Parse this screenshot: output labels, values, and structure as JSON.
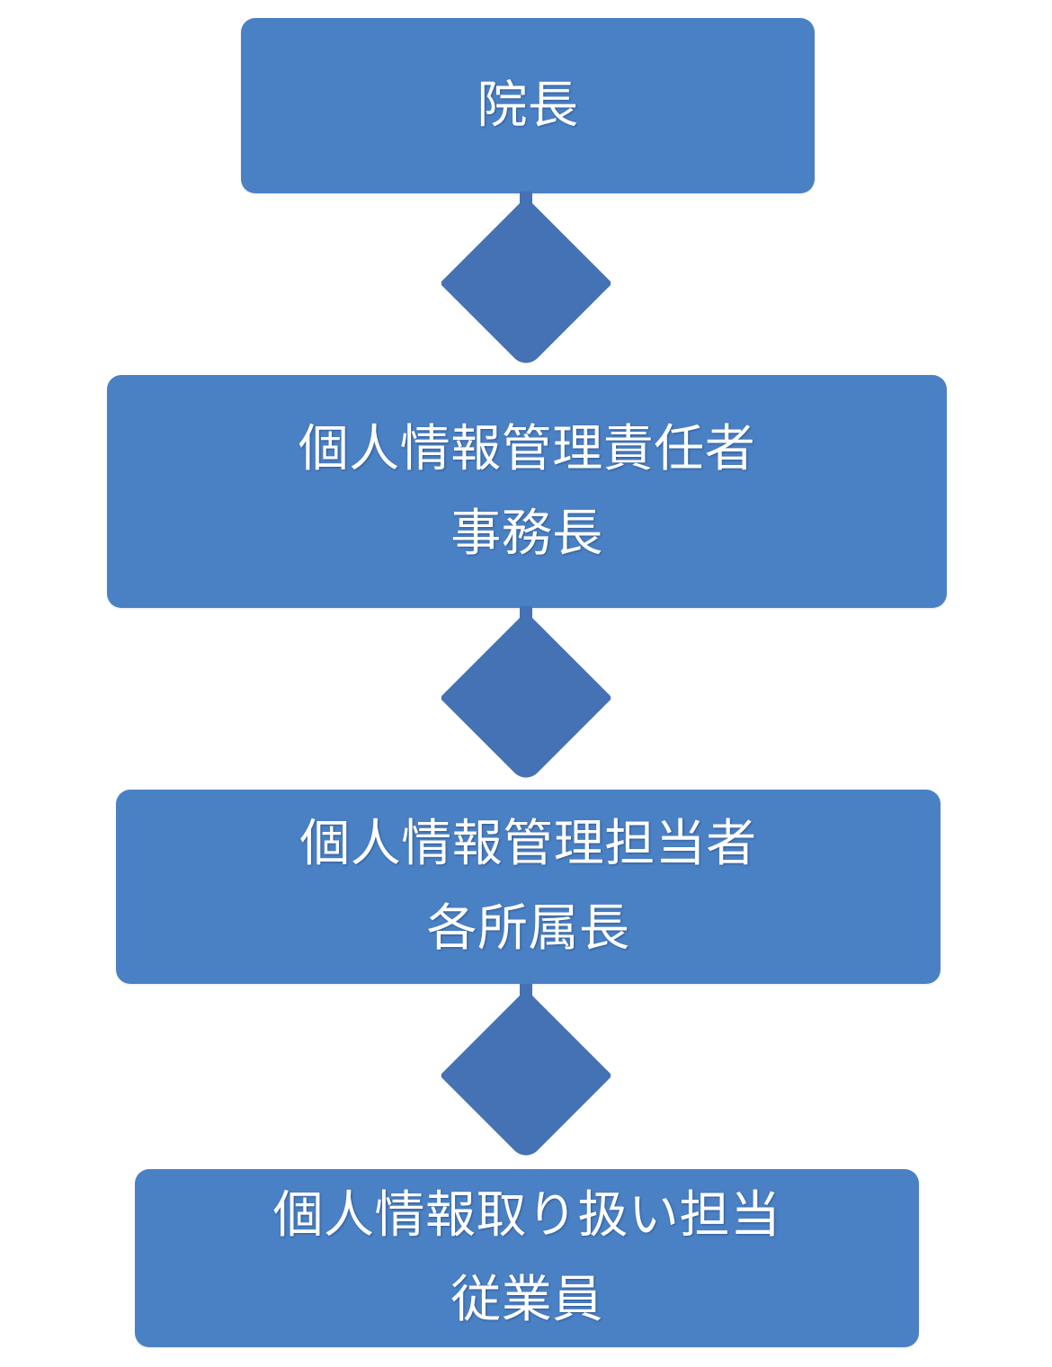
{
  "diagram": {
    "type": "hierarchy-flowchart",
    "orientation": "vertical-top-down",
    "node_fill_color": "#4A80C4",
    "connector_fill_color": "#4472B4",
    "text_color": "#FFFFFF",
    "background_color": "#FFFFFF",
    "nodes": [
      {
        "id": "node-1",
        "level": 1,
        "lines": [
          "院長"
        ]
      },
      {
        "id": "node-2",
        "level": 2,
        "lines": [
          "個人情報管理責任者",
          "事務長"
        ]
      },
      {
        "id": "node-3",
        "level": 3,
        "lines": [
          "個人情報管理担当者",
          "各所属長"
        ]
      },
      {
        "id": "node-4",
        "level": 4,
        "lines": [
          "個人情報取り扱い担当",
          "従業員"
        ]
      }
    ],
    "connectors": [
      {
        "id": "connector-1",
        "from": "node-1",
        "to": "node-2",
        "shape": "diamond-arrow"
      },
      {
        "id": "connector-2",
        "from": "node-2",
        "to": "node-3",
        "shape": "diamond-arrow"
      },
      {
        "id": "connector-3",
        "from": "node-3",
        "to": "node-4",
        "shape": "diamond-arrow"
      }
    ]
  }
}
